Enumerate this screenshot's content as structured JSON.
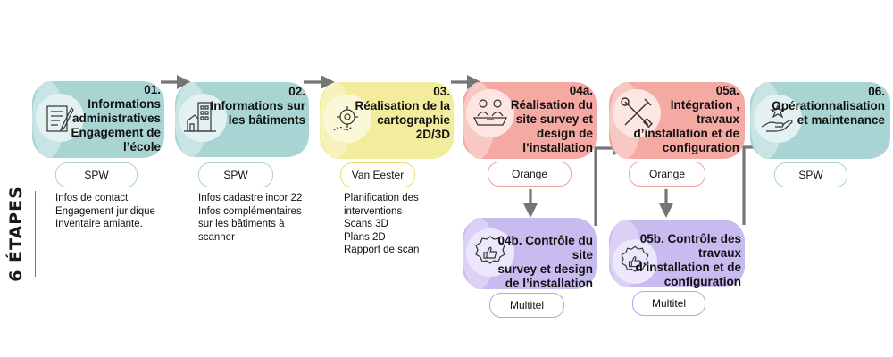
{
  "side_label": "6 ÉTAPES",
  "steps": [
    {
      "id": "01",
      "number": "01.",
      "title_lines": [
        "Informations",
        "administratives",
        "Engagement de",
        "l’école"
      ],
      "tag": "SPW",
      "details": [
        "Infos de contact",
        "Engagement juridique",
        "Inventaire amiante."
      ],
      "icon": "document-pen-icon"
    },
    {
      "id": "02",
      "number": "02.",
      "title_lines": [
        "Informations sur",
        "les bâtiments"
      ],
      "tag": "SPW",
      "details": [
        "Infos cadastre incor 22",
        "Infos complémentaires",
        "sur les bâtiments à",
        "scanner"
      ],
      "icon": "buildings-icon"
    },
    {
      "id": "03",
      "number": "03.",
      "title_lines": [
        "Réalisation de la",
        "cartographie",
        "2D/3D"
      ],
      "tag": "Van Eester",
      "details": [
        "Planification des",
        "interventions",
        "Scans 3D",
        "Plans 2D",
        "Rapport de scan"
      ],
      "icon": "target-map-icon"
    },
    {
      "id": "04a",
      "number": "04a.",
      "title_lines": [
        "Réalisation du",
        "site survey et",
        "design de",
        "l’installation"
      ],
      "tag": "Orange",
      "details": [],
      "icon": "meeting-icon"
    },
    {
      "id": "04b",
      "number": "04b.",
      "title_lines": [
        "Contrôle du site",
        "survey et design",
        "de l’installation"
      ],
      "tag": "Multitel",
      "details": [],
      "icon": "approval-badge-icon"
    },
    {
      "id": "05a",
      "number": "05a.",
      "title_lines": [
        "Intégration ,",
        "travaux",
        "d’installation et de",
        "configuration"
      ],
      "tag": "Orange",
      "details": [],
      "icon": "tools-icon"
    },
    {
      "id": "05b",
      "number": "05b.",
      "title_lines": [
        "Contrôle des travaux",
        "d’installation et de",
        "configuration"
      ],
      "tag": "Multitel",
      "details": [],
      "icon": "approval-badge-icon"
    },
    {
      "id": "06",
      "number": "06.",
      "title_lines": [
        "Opérationnalisation",
        "et maintenance"
      ],
      "tag": "SPW",
      "details": [],
      "icon": "hand-star-icon"
    }
  ],
  "colors": {
    "teal": "#a9d4d4",
    "yellow": "#f2ec9c",
    "red": "#f5a9a3",
    "purple": "#c7bbef",
    "arrow": "#757575"
  }
}
